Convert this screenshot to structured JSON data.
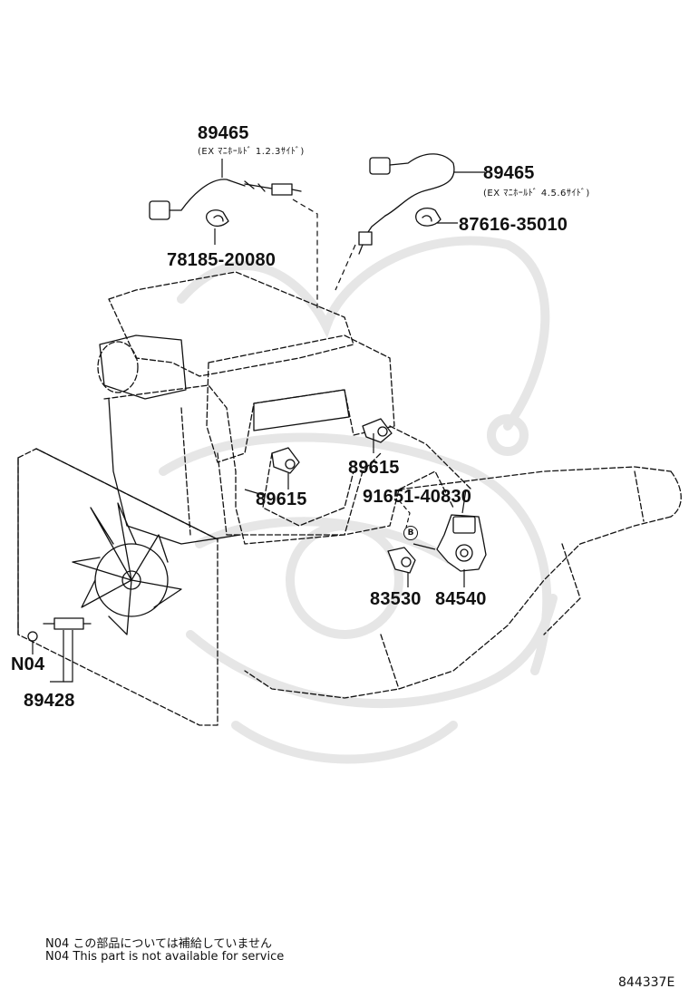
{
  "parts": {
    "o2_sensor_left": {
      "number": "89465",
      "note": "(EX ﾏﾆﾎｰﾙﾄﾞ 1.2.3ｻｲﾄﾞ)"
    },
    "o2_sensor_right": {
      "number": "89465",
      "note": "(EX ﾏﾆﾎｰﾙﾄﾞ 4.5.6ｻｲﾄﾞ)"
    },
    "clamp_left": {
      "number": "78185-20080"
    },
    "clamp_right": {
      "number": "87616-35010"
    },
    "knock_sensor_right": {
      "number": "89615"
    },
    "knock_sensor_left": {
      "number": "89615"
    },
    "bolt": {
      "number": "91651-40830",
      "symbol": "B"
    },
    "switch_83530": {
      "number": "83530"
    },
    "switch_84540": {
      "number": "84540"
    },
    "n04_ref": {
      "number": "N04"
    },
    "temp_sensor": {
      "number": "89428"
    }
  },
  "footer": {
    "note_jp": "N04 この部品については補給していません",
    "note_en": "N04 This part is not available for service",
    "diagram_code": "844337E"
  }
}
